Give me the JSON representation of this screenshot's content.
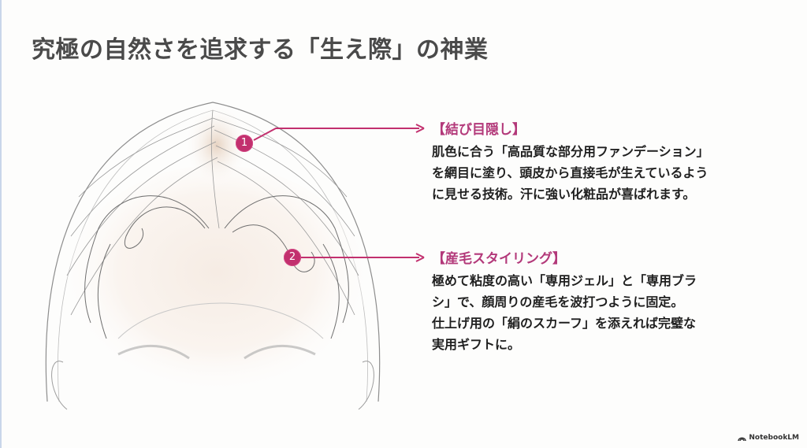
{
  "slide": {
    "title": "究極の自然さを追求する「生え際」の神業"
  },
  "callouts": [
    {
      "number": "1",
      "heading": "【結び目隠し】",
      "body": "肌色に合う「高品質な部分用ファンデーション」\nを網目に塗り、頭皮から直接毛が生えているよう\nに見せる技術。汗に強い化粧品が喜ばれます。"
    },
    {
      "number": "2",
      "heading": "【産毛スタイリング】",
      "body": "極めて粘度の高い「専用ジェル」と「専用ブラ\nシ」で、顔周りの産毛を波打つように固定。\n仕上げ用の「絹のスカーフ」を添えれば完璧な\n実用ギフトに。"
    }
  ],
  "illustration": {
    "subject": "hairline-head-illustration"
  },
  "colors": {
    "accent": "#c2306e",
    "heading": "#b3397a",
    "title": "#4a4a4a",
    "body": "#1f1f1f"
  },
  "footer": {
    "brand": "NotebookLM",
    "icon": "notebooklm-logo-icon"
  }
}
